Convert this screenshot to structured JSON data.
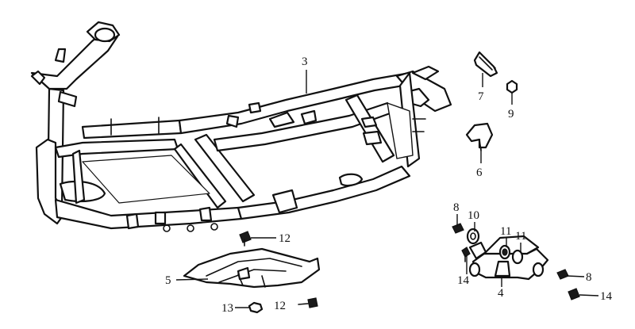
{
  "callouts": {
    "c3": "3",
    "c7": "7",
    "c9": "9",
    "c6": "6",
    "c8a": "8",
    "c10": "10",
    "c11a": "11",
    "c11b": "11",
    "c14a": "14",
    "c4": "4",
    "c8b": "8",
    "c14b": "14",
    "c12a": "12",
    "c5": "5",
    "c13": "13",
    "c12b": "12"
  }
}
